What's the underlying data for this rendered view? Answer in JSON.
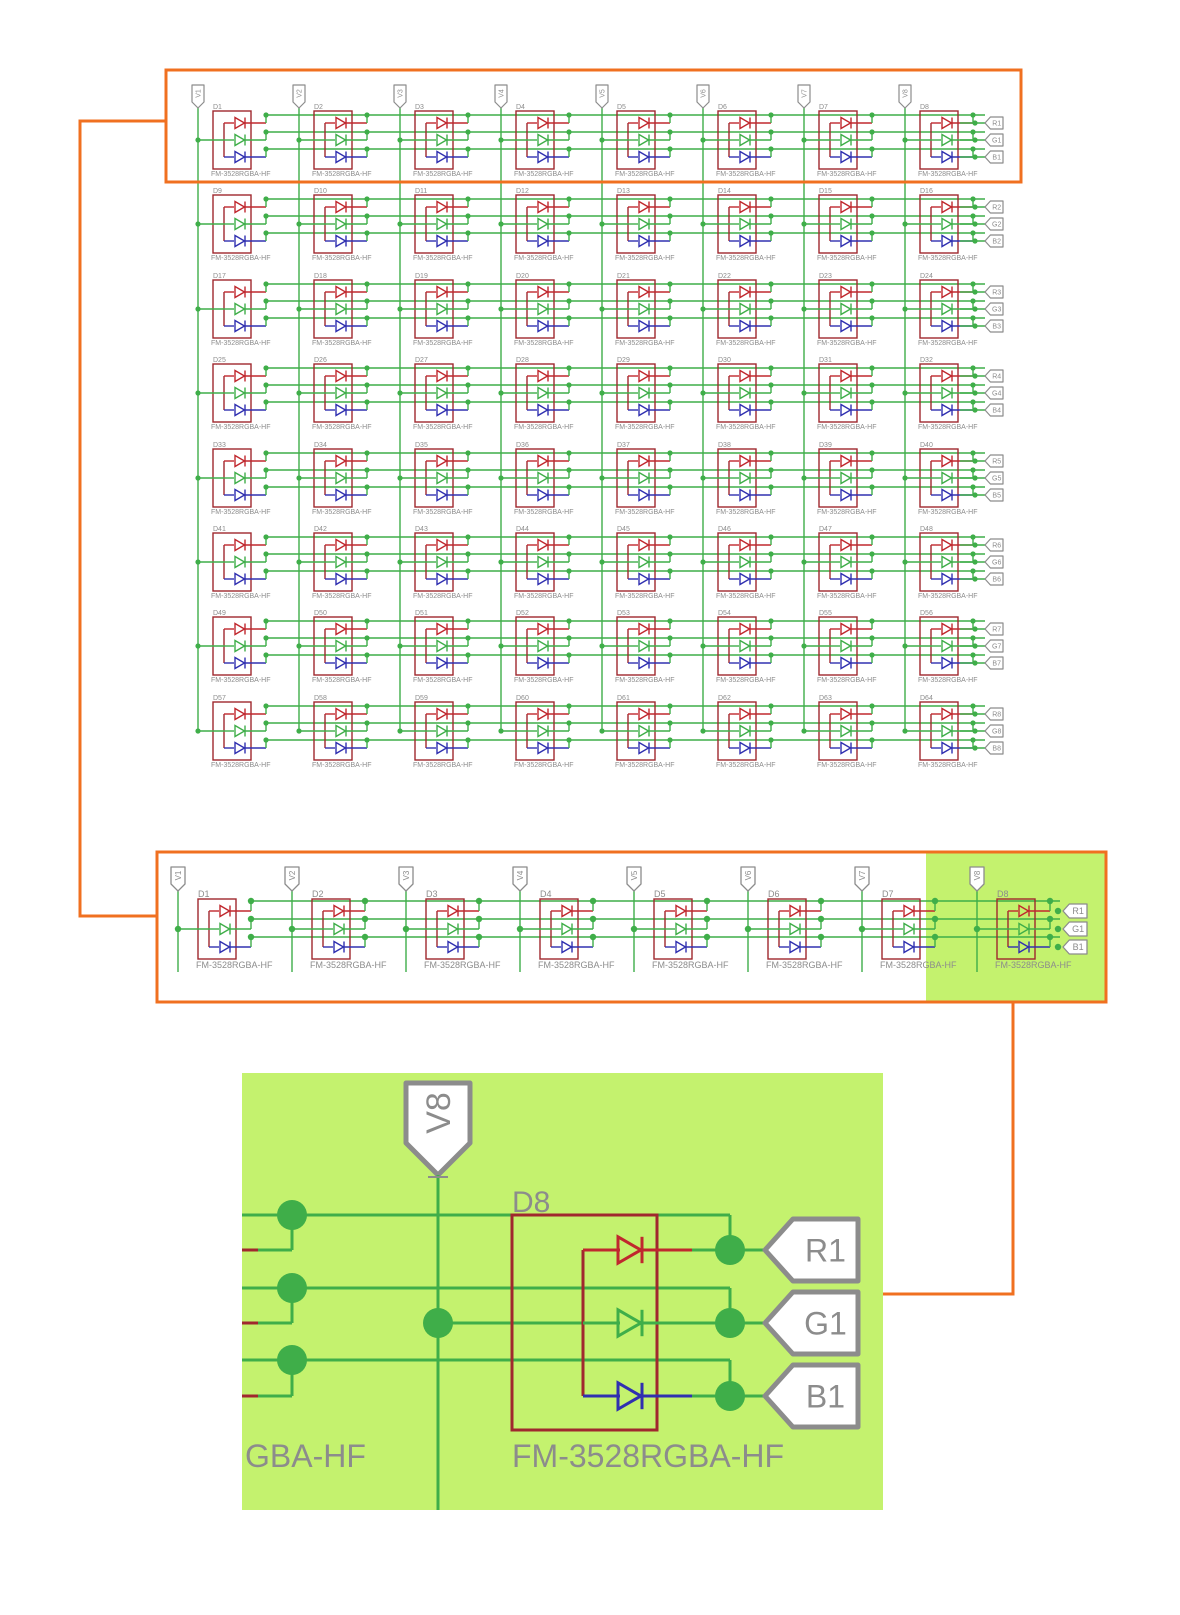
{
  "colors": {
    "wire": "#3fae49",
    "junction": "#3fae49",
    "package": "#a0282e",
    "red_led": "#c0282e",
    "green_led": "#3fae49",
    "blue_led": "#3030b0",
    "port": "#8c8c8c",
    "highlight_frame": "#f07020",
    "zoom_fill": "#c4f26e"
  },
  "columns": [
    {
      "designator_index": 1,
      "net": "V1"
    },
    {
      "designator_index": 2,
      "net": "V2"
    },
    {
      "designator_index": 3,
      "net": "V3"
    },
    {
      "designator_index": 4,
      "net": "V4"
    },
    {
      "designator_index": 5,
      "net": "V5"
    },
    {
      "designator_index": 6,
      "net": "V6"
    },
    {
      "designator_index": 7,
      "net": "V7"
    },
    {
      "designator_index": 8,
      "net": "V8"
    }
  ],
  "rows": [
    {
      "ports": [
        "R1",
        "G1",
        "B1"
      ]
    },
    {
      "ports": [
        "R2",
        "G2",
        "B2"
      ]
    },
    {
      "ports": [
        "R3",
        "G3",
        "B3"
      ]
    },
    {
      "ports": [
        "R4",
        "G4",
        "B4"
      ]
    },
    {
      "ports": [
        "R5",
        "G5",
        "B5"
      ]
    },
    {
      "ports": [
        "R6",
        "G6",
        "B6"
      ]
    },
    {
      "ports": [
        "R7",
        "G7",
        "B7"
      ]
    },
    {
      "ports": [
        "R8",
        "G8",
        "B8"
      ]
    }
  ],
  "part_value": "FM-3528RGBA-HF",
  "designator_prefix": "D",
  "zoom_row": {
    "designators": [
      "D1",
      "D2",
      "D3",
      "D4",
      "D5",
      "D6",
      "D7",
      "D8"
    ],
    "nets": [
      "V1",
      "V2",
      "V3",
      "V4",
      "V5",
      "V6",
      "V7",
      "V8"
    ],
    "ports": [
      "R1",
      "G1",
      "B1"
    ]
  },
  "zoom_detail": {
    "net": "V8",
    "designator": "D8",
    "part_value": "FM-3528RGBA-HF",
    "left_fragment": "GBA-HF",
    "ports": [
      "R1",
      "G1",
      "B1"
    ]
  }
}
